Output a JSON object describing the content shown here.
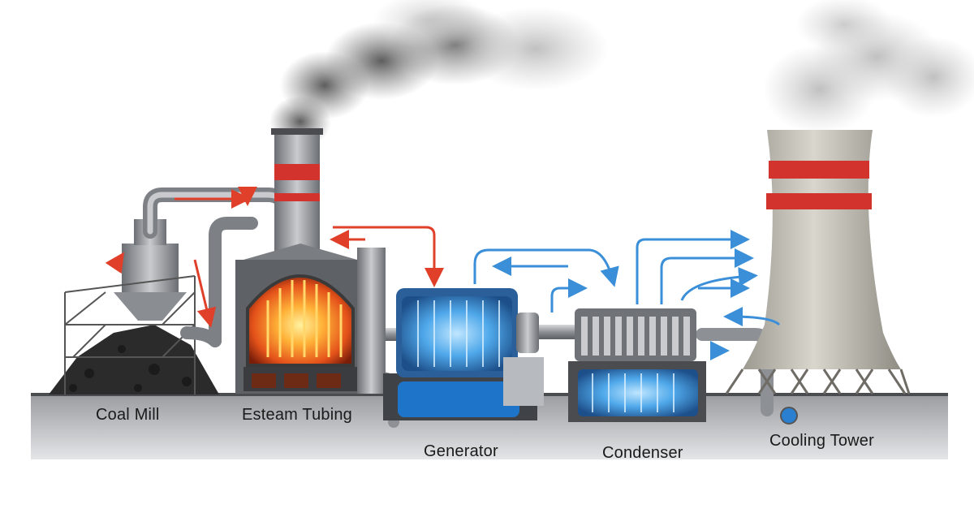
{
  "labels": {
    "coal_mill": "Coal Mill",
    "steam_tubing": "Esteam Tubing",
    "generator": "Generator",
    "condenser": "Condenser",
    "cooling_tower": "Cooling Tower"
  },
  "colors": {
    "hot_flow": "#e0402a",
    "cold_flow": "#3a8fd8",
    "fire": "#f07a1a",
    "steel": "#8a8d92",
    "stripe": "#d2332c"
  }
}
